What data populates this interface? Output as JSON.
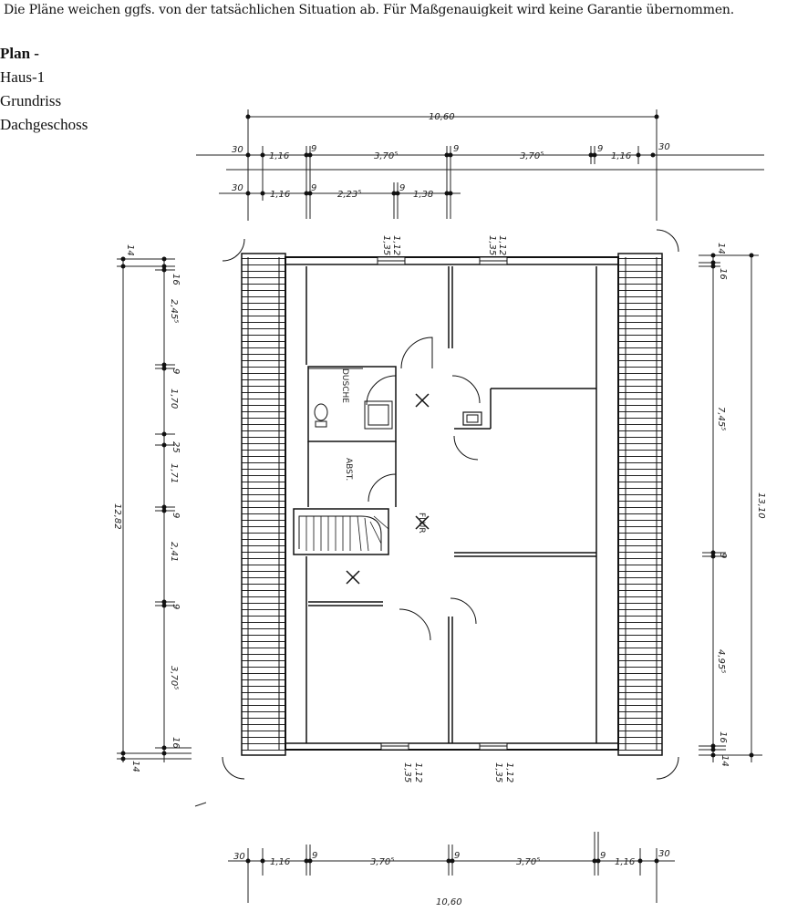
{
  "disclaimer": "Die Pläne weichen ggfs. von der tatsächlichen Situation ab. Für Maßgenauigkeit wird keine Garantie übernommen.",
  "plan": {
    "heading": "Plan -",
    "house": "Haus-1",
    "type": "Grundriss",
    "floor": "Dachgeschoss"
  },
  "dimensions": {
    "top_total": "10,60",
    "top_row1": [
      "30",
      "1,16",
      "9",
      "3,70⁵",
      "9",
      "3,70⁵",
      "9",
      "1,16",
      "30"
    ],
    "top_row2": [
      "30",
      "1,16",
      "9",
      "2,23⁵",
      "9",
      "1,38"
    ],
    "top_windows": [
      "1,12",
      "1,35",
      "1,12",
      "1,35"
    ],
    "left_total": "12,82",
    "left": [
      "14",
      "16",
      "2,45⁵",
      "9",
      "1,70",
      "25",
      "1,71",
      "9",
      "2,41",
      "9",
      "3,70⁵",
      "16",
      "14"
    ],
    "right_total": "13,10",
    "right": [
      "14",
      "16",
      "7,45⁵",
      "9",
      "4,95⁵",
      "16",
      "14"
    ],
    "bottom_windows": [
      "1,12",
      "1,35",
      "1,12",
      "1,35"
    ],
    "bottom_row": [
      "30",
      "1,16",
      "9",
      "3,70⁵",
      "9",
      "3,70⁵",
      "9",
      "1,16",
      "30"
    ],
    "bottom_total": "10,60"
  },
  "rooms": {
    "dusche": "DUSCHE",
    "abst": "ABST.",
    "flur": "FLUR"
  }
}
